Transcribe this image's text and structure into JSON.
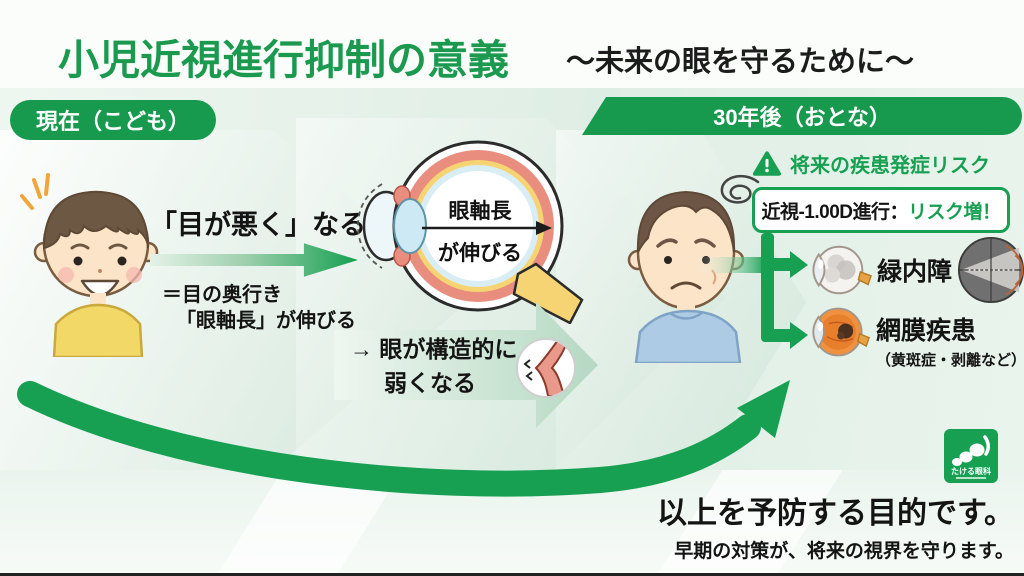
{
  "slide": {
    "title": "小児近視進行抑制の意義",
    "subtitle": "～未来の眼を守るために～"
  },
  "timeline": {
    "present_label": "現在（こども）",
    "future_label": "30年後（おとな）"
  },
  "child": {
    "headline": "「目が悪く」なる",
    "note_line1": "＝目の奥行き",
    "note_line2": "「眼軸長」が伸びる"
  },
  "eye_diagram": {
    "label_top": "眼軸長",
    "label_bottom": "が伸びる"
  },
  "structure": {
    "line1": "→ 眼が構造的に",
    "line2": "弱くなる"
  },
  "risk": {
    "header": "将来の疾患発症リスク",
    "box_prefix": "近視-1.00D進行：",
    "box_highlight": "リスク増！",
    "diseases": [
      {
        "name": "緑内障"
      },
      {
        "name": "網膜疾患",
        "note": "（黄斑症・剥離など）"
      }
    ]
  },
  "footer": {
    "line1": "以上を予防する目的です。",
    "line2": "早期の対策が、将来の視界を守ります。"
  },
  "logo": {
    "name": "たける眼科"
  },
  "colors": {
    "brand_green": "#17a052",
    "title_green": "#1b9a4f",
    "light_green_bg": "#e3efe6",
    "arrow_light_green": "#b5d9c2",
    "text_black": "#141414",
    "eye_choroid_salmon": "#e98d7e",
    "eye_retina_yellow": "#f6d473",
    "child_shirt_yellow": "#f2d867",
    "adult_shirt_blue": "#aecbe6"
  }
}
